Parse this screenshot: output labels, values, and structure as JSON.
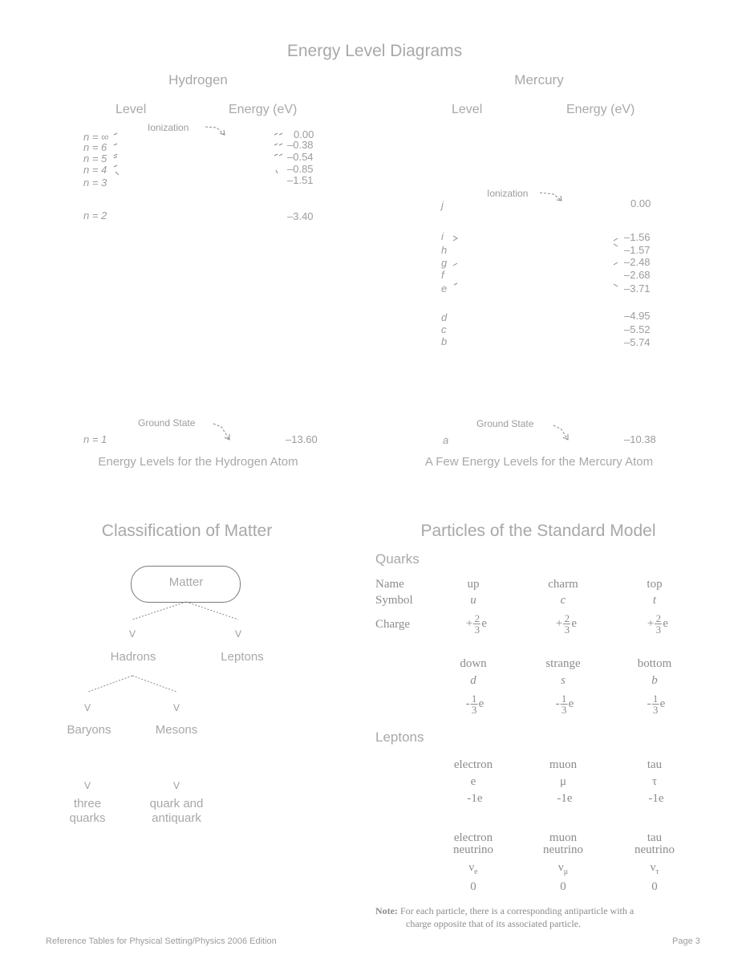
{
  "energy": {
    "title": "Energy Level Diagrams",
    "hydrogen": {
      "title": "Hydrogen",
      "col_level": "Level",
      "col_energy": "Energy (eV)",
      "ionization": "Ionization",
      "ground": "Ground State",
      "levels": [
        {
          "label": "n = ∞",
          "energy": "0.00"
        },
        {
          "label": "n = 6",
          "energy": "–0.38"
        },
        {
          "label": "n = 5",
          "energy": "–0.54"
        },
        {
          "label": "n = 4",
          "energy": "–0.85"
        },
        {
          "label": "n = 3",
          "energy": "–1.51"
        },
        {
          "label": "n = 2",
          "energy": "–3.40"
        },
        {
          "label": "n = 1",
          "energy": "–13.60"
        }
      ],
      "caption": "Energy Levels for the Hydrogen Atom"
    },
    "mercury": {
      "title": "Mercury",
      "col_level": "Level",
      "col_energy": "Energy (eV)",
      "ionization": "Ionization",
      "ground": "Ground State",
      "levels": [
        {
          "label": "j",
          "energy": "0.00"
        },
        {
          "label": "i",
          "energy": "–1.56"
        },
        {
          "label": "h",
          "energy": "–1.57"
        },
        {
          "label": "g",
          "energy": "–2.48"
        },
        {
          "label": "f",
          "energy": "–2.68"
        },
        {
          "label": "e",
          "energy": "–3.71"
        },
        {
          "label": "d",
          "energy": "–4.95"
        },
        {
          "label": "c",
          "energy": "–5.52"
        },
        {
          "label": "b",
          "energy": "–5.74"
        },
        {
          "label": "a",
          "energy": "–10.38"
        }
      ],
      "caption": "A Few Energy Levels for the Mercury Atom"
    }
  },
  "classification": {
    "title": "Classification of Matter",
    "matter": "Matter",
    "hadrons": "Hadrons",
    "leptons": "Leptons",
    "baryons": "Baryons",
    "mesons": "Mesons",
    "three_line1": "three",
    "three_line2": "quarks",
    "quark_line1": "quark and",
    "quark_line2": "antiquark"
  },
  "standard_model": {
    "title": "Particles of the Standard Model",
    "quarks_label": "Quarks",
    "row_name": "Name",
    "row_symbol": "Symbol",
    "row_charge": "Charge",
    "quarks_top": [
      {
        "name": "up",
        "symbol": "u",
        "num": "2",
        "den": "3",
        "sign": "+",
        "unit": "e"
      },
      {
        "name": "charm",
        "symbol": "c",
        "num": "2",
        "den": "3",
        "sign": "+",
        "unit": "e"
      },
      {
        "name": "top",
        "symbol": "t",
        "num": "2",
        "den": "3",
        "sign": "+",
        "unit": "e"
      }
    ],
    "quarks_bottom": [
      {
        "name": "down",
        "symbol": "d",
        "num": "1",
        "den": "3",
        "sign": "-",
        "unit": "e"
      },
      {
        "name": "strange",
        "symbol": "s",
        "num": "1",
        "den": "3",
        "sign": "-",
        "unit": "e"
      },
      {
        "name": "bottom",
        "symbol": "b",
        "num": "1",
        "den": "3",
        "sign": "-",
        "unit": "e"
      }
    ],
    "leptons_label": "Leptons",
    "leptons_top": [
      {
        "name": "electron",
        "symbol": "e",
        "charge": "-1e"
      },
      {
        "name": "muon",
        "symbol": "μ",
        "charge": "-1e"
      },
      {
        "name": "tau",
        "symbol": "τ",
        "charge": "-1e"
      }
    ],
    "leptons_bottom": [
      {
        "name1": "electron",
        "name2": "neutrino",
        "symbol": "ν",
        "sub": "e",
        "charge": "0"
      },
      {
        "name1": "muon",
        "name2": "neutrino",
        "symbol": "ν",
        "sub": "μ",
        "charge": "0"
      },
      {
        "name1": "tau",
        "name2": "neutrino",
        "symbol": "ν",
        "sub": "τ",
        "charge": "0"
      }
    ],
    "note_label": "Note:",
    "note_line1": "For each particle, there is a corresponding antiparticle with a",
    "note_line2": "charge opposite that of its associated particle."
  },
  "footer": {
    "left": "Reference Tables for Physical Setting/Physics 2006 Edition",
    "right": "Page 3"
  }
}
